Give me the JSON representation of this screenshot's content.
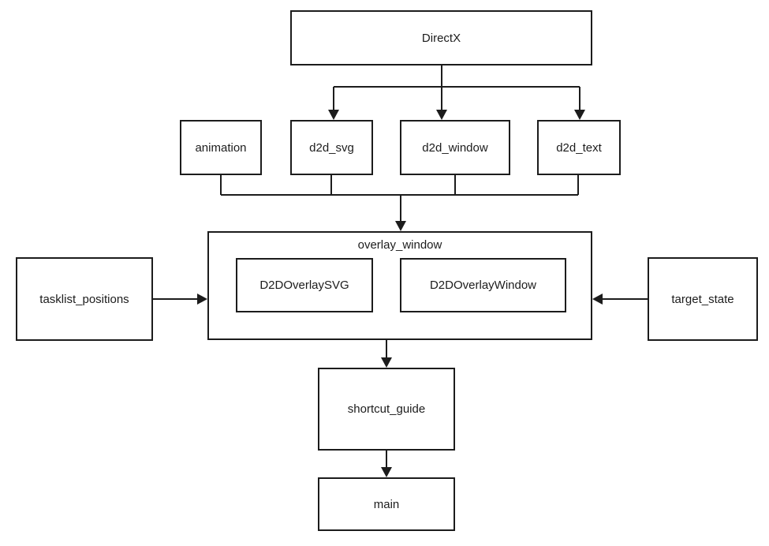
{
  "colors": {
    "canvas_background": "#ffffff",
    "node_fill": "#ffffff",
    "node_border": "#1c1c1c",
    "connector_line": "#1c1c1c",
    "text": "#1c1c1c"
  },
  "diagram": {
    "type": "module-dependency-flowchart",
    "nodes": {
      "directx": "DirectX",
      "animation": "animation",
      "d2d_svg": "d2d_svg",
      "d2d_window": "d2d_window",
      "d2d_text": "d2d_text",
      "overlay_window": "overlay_window",
      "d2d_overlay_svg": "D2DOverlaySVG",
      "d2d_overlay_window": "D2DOverlayWindow",
      "tasklist_positions": "tasklist_positions",
      "target_state": "target_state",
      "shortcut_guide": "shortcut_guide",
      "main": "main"
    },
    "edges": [
      {
        "from": "directx",
        "to": "d2d_svg",
        "arrow": "to"
      },
      {
        "from": "directx",
        "to": "d2d_window",
        "arrow": "to"
      },
      {
        "from": "directx",
        "to": "d2d_text",
        "arrow": "to"
      },
      {
        "from": "animation",
        "to": "overlay_window",
        "arrow": "to"
      },
      {
        "from": "d2d_svg",
        "to": "overlay_window",
        "arrow": "to"
      },
      {
        "from": "d2d_window",
        "to": "overlay_window",
        "arrow": "to"
      },
      {
        "from": "d2d_text",
        "to": "overlay_window",
        "arrow": "to"
      },
      {
        "from": "tasklist_positions",
        "to": "overlay_window",
        "arrow": "to"
      },
      {
        "from": "target_state",
        "to": "overlay_window",
        "arrow": "to"
      },
      {
        "from": "overlay_window",
        "to": "shortcut_guide",
        "arrow": "to"
      },
      {
        "from": "shortcut_guide",
        "to": "main",
        "arrow": "to"
      }
    ],
    "contains": [
      {
        "parent": "overlay_window",
        "children": [
          "d2d_overlay_svg",
          "d2d_overlay_window"
        ]
      }
    ]
  }
}
